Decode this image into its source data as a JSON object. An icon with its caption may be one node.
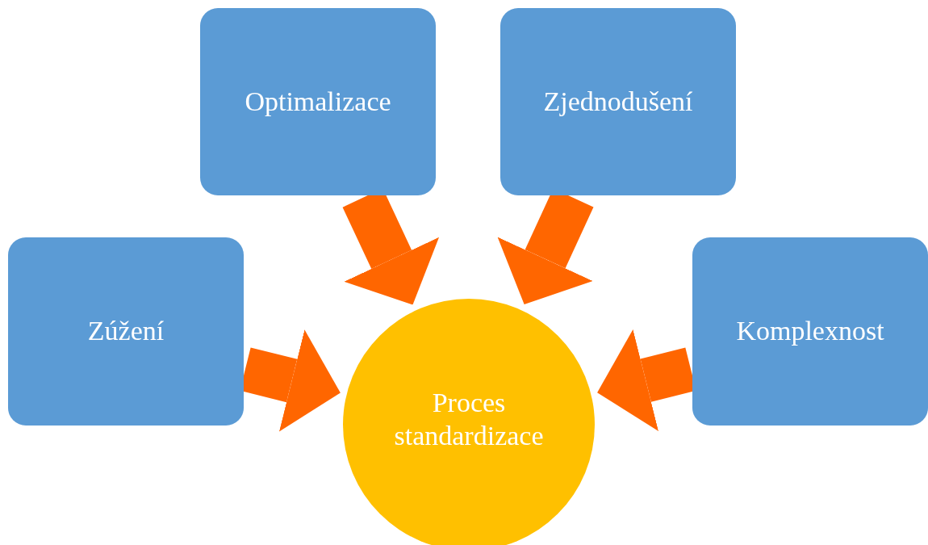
{
  "diagram": {
    "nodes": [
      {
        "text": [
          "Optimalizace"
        ]
      },
      {
        "text": [
          "Zjednodušení"
        ]
      },
      {
        "text": [
          "Zúžení"
        ]
      },
      {
        "text": [
          "Komplexnost"
        ]
      },
      {
        "text": [
          "Proces standardizace"
        ]
      }
    ],
    "edges": [
      {
        "from": 0,
        "to": 4,
        "arrow": "to"
      },
      {
        "from": 1,
        "to": 4,
        "arrow": "to"
      },
      {
        "from": 2,
        "to": 4,
        "arrow": "to"
      },
      {
        "from": 3,
        "to": 4,
        "arrow": "to"
      }
    ]
  }
}
